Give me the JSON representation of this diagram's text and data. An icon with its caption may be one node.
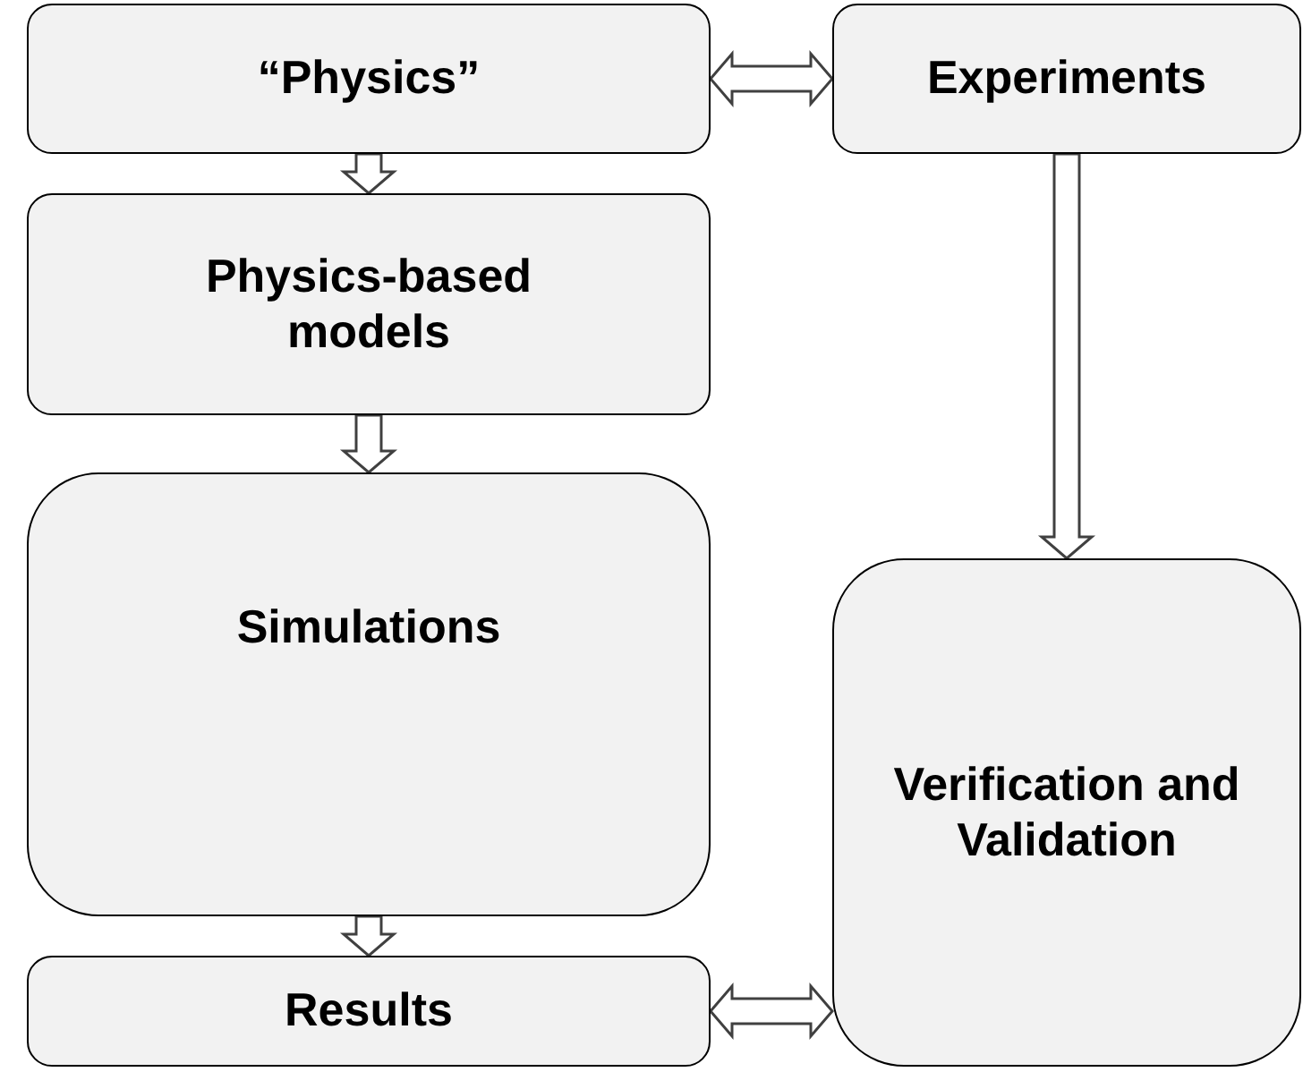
{
  "diagram": {
    "nodes": [
      {
        "text": [
          "“Physics”"
        ]
      },
      {
        "text": [
          "Experiments"
        ]
      },
      {
        "text": [
          "Physics-based models"
        ]
      },
      {
        "text": [
          "Simulations"
        ]
      },
      {
        "text": [
          "Results"
        ]
      },
      {
        "text": [
          "Verification and Validation"
        ]
      }
    ],
    "edges": [
      {
        "from": 0,
        "to": 1,
        "arrow": "both"
      },
      {
        "from": 0,
        "to": 2,
        "arrow": "to"
      },
      {
        "from": 2,
        "to": 3,
        "arrow": "to"
      },
      {
        "from": 1,
        "to": 5,
        "arrow": "to"
      },
      {
        "from": 3,
        "to": 4,
        "arrow": "to"
      },
      {
        "from": 4,
        "to": 5,
        "arrow": "both"
      }
    ]
  }
}
